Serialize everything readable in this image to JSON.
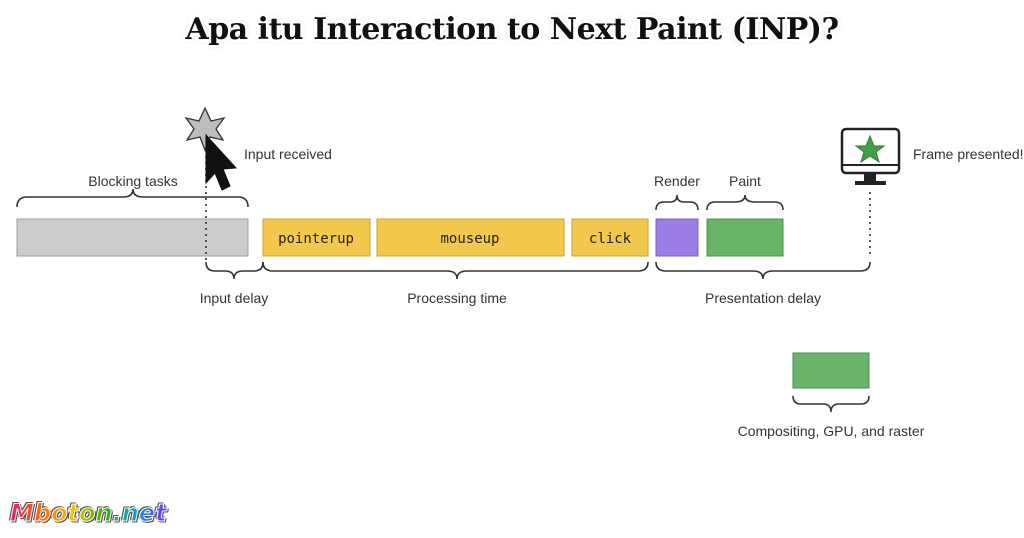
{
  "header": {
    "title": "Apa itu Interaction to Next Paint (INP)?"
  },
  "diagram": {
    "blocking_tasks_label": "Blocking tasks",
    "input_received_label": "Input received",
    "tasks": [
      {
        "label": "pointerup"
      },
      {
        "label": "mouseup"
      },
      {
        "label": "click"
      }
    ],
    "render_label": "Render",
    "paint_label": "Paint",
    "frame_presented_label": "Frame presented!",
    "input_delay_label": "Input delay",
    "processing_time_label": "Processing time",
    "presentation_delay_label": "Presentation delay",
    "compositing_label": "Compositing, GPU, and raster",
    "colors": {
      "blocking": "#cccccc",
      "task": "#f2c94c",
      "render": "#9b7de6",
      "paint": "#6ab36a",
      "star_green": "#43a047"
    }
  },
  "branding": {
    "logo_text": "Mboton.net"
  }
}
